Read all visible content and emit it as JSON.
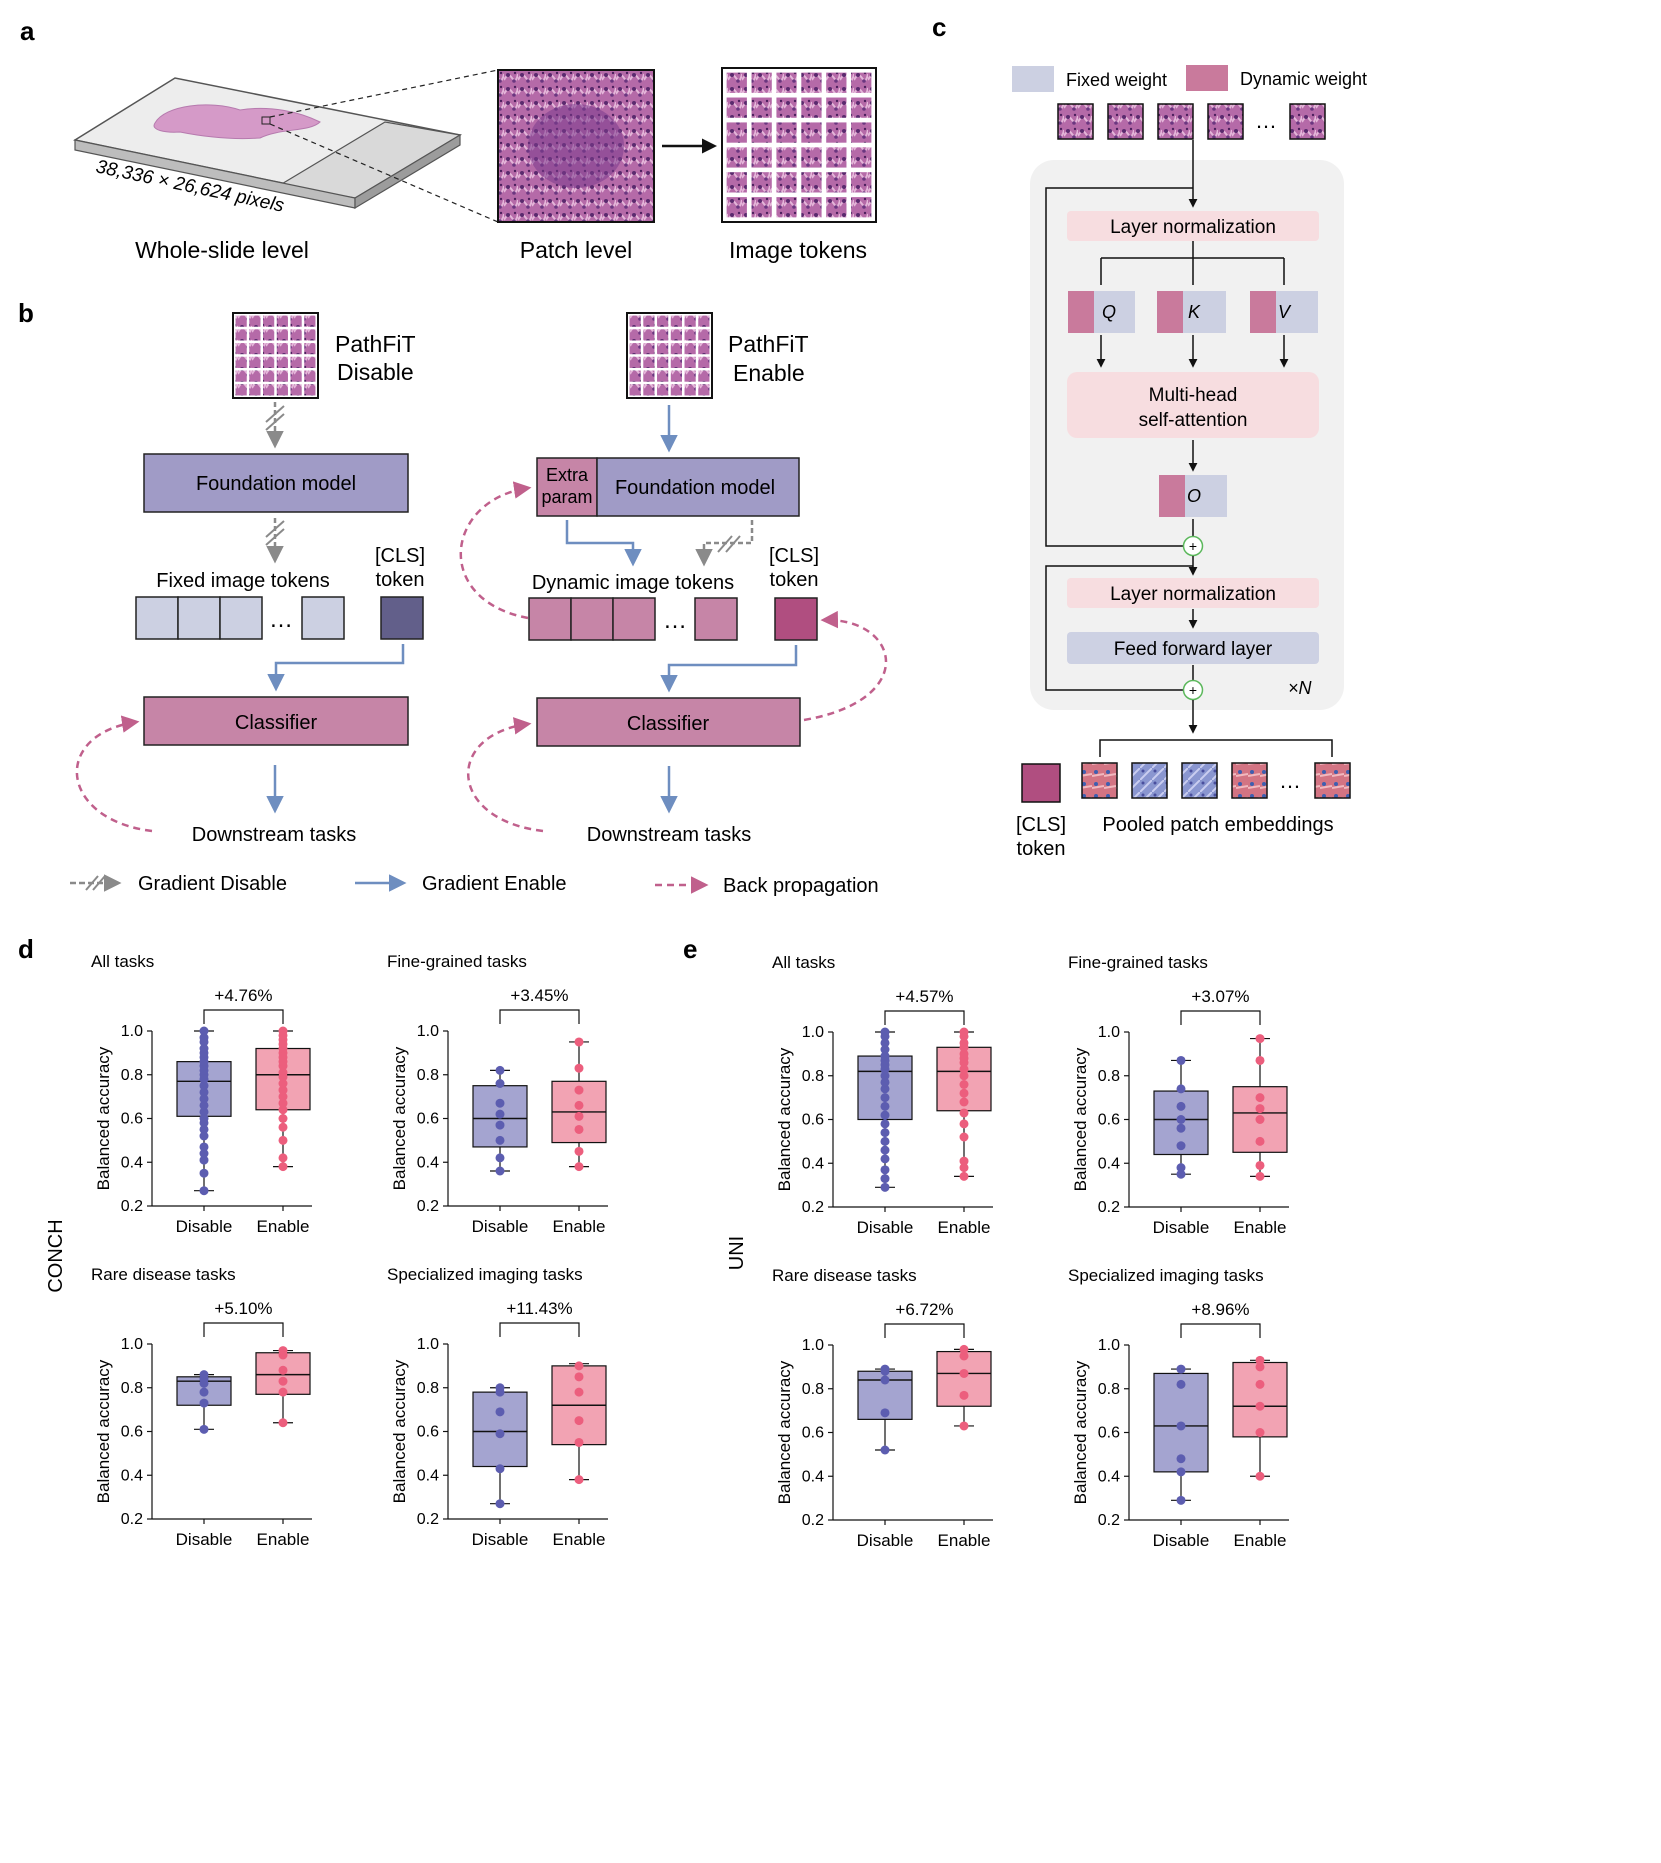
{
  "panels": {
    "a": "a",
    "b": "b",
    "c": "c",
    "d": "d",
    "e": "e"
  },
  "panel_a": {
    "dimension_label": "38,336 × 26,624 pixels",
    "captions": [
      "Whole-slide level",
      "Patch level",
      "Image tokens"
    ]
  },
  "panel_b": {
    "left_title": [
      "PathFiT",
      "Disable"
    ],
    "right_title": [
      "PathFiT",
      "Enable"
    ],
    "foundation_model": "Foundation model",
    "extra_param": [
      "Extra",
      "param"
    ],
    "fixed_tokens": "Fixed image tokens",
    "dynamic_tokens": "Dynamic image tokens",
    "cls_token": [
      "[CLS]",
      "token"
    ],
    "ellipsis": "…",
    "classifier": "Classifier",
    "downstream": "Downstream tasks",
    "legend": [
      "Gradient Disable",
      "Gradient Enable",
      "Back propagation"
    ]
  },
  "panel_c": {
    "legend": [
      "Fixed weight",
      "Dynamic weight"
    ],
    "layer_norm": "Layer normalization",
    "q": "Q",
    "k": "K",
    "v": "V",
    "o": "O",
    "mhsa": [
      "Multi-head",
      "self-attention"
    ],
    "feed_forward": "Feed forward layer",
    "plus": "+",
    "repeat": "×N",
    "ellipsis": "…",
    "cls_token": [
      "[CLS]",
      "token"
    ],
    "pooled": "Pooled patch embeddings"
  },
  "colors": {
    "disable_fill": "#a4a4d0",
    "disable_dot": "#5c5db0",
    "enable_fill": "#f2a3b3",
    "enable_dot": "#ec5e7d",
    "fixed_weight": "#ccd0e2",
    "dynamic_weight": "#c97a9c",
    "norm_fill": "#f7dde0",
    "ff_fill": "#cdd1e3",
    "foundation_fill": "#a09bc6",
    "classifier_fill": "#c685a7",
    "backprop": "#c0608c",
    "grad_enable": "#6e8ec0",
    "grad_disable": "#8a8a8a"
  },
  "group_labels": {
    "d": "CONCH",
    "e": "UNI"
  },
  "categories": [
    "Disable",
    "Enable"
  ],
  "ylabel": "Balanced accuracy",
  "yticks": [
    "0.2",
    "0.4",
    "0.6",
    "0.8",
    "1.0"
  ],
  "chart_data": [
    {
      "type": "box",
      "group": "CONCH",
      "title": "All tasks",
      "delta": "+4.76%",
      "ylabel": "Balanced accuracy",
      "ylim": [
        0.2,
        1.0
      ],
      "categories": [
        "Disable",
        "Enable"
      ],
      "series": [
        {
          "name": "Disable",
          "whisker_low": 0.27,
          "q1": 0.61,
          "median": 0.77,
          "q3": 0.86,
          "whisker_high": 1.0,
          "points": [
            0.27,
            0.35,
            0.41,
            0.44,
            0.47,
            0.52,
            0.55,
            0.58,
            0.6,
            0.63,
            0.66,
            0.69,
            0.72,
            0.75,
            0.78,
            0.8,
            0.82,
            0.84,
            0.86,
            0.88,
            0.9,
            0.92,
            0.95,
            0.97,
            1.0
          ]
        },
        {
          "name": "Enable",
          "whisker_low": 0.38,
          "q1": 0.64,
          "median": 0.8,
          "q3": 0.92,
          "whisker_high": 1.0,
          "points": [
            0.38,
            0.42,
            0.5,
            0.56,
            0.6,
            0.64,
            0.67,
            0.7,
            0.73,
            0.76,
            0.79,
            0.81,
            0.84,
            0.86,
            0.88,
            0.9,
            0.92,
            0.94,
            0.96,
            0.98,
            1.0
          ]
        }
      ]
    },
    {
      "type": "box",
      "group": "CONCH",
      "title": "Fine-grained tasks",
      "delta": "+3.45%",
      "ylabel": "Balanced accuracy",
      "ylim": [
        0.2,
        1.0
      ],
      "categories": [
        "Disable",
        "Enable"
      ],
      "series": [
        {
          "name": "Disable",
          "whisker_low": 0.36,
          "q1": 0.47,
          "median": 0.6,
          "q3": 0.75,
          "whisker_high": 0.82,
          "points": [
            0.36,
            0.42,
            0.5,
            0.57,
            0.62,
            0.67,
            0.76,
            0.82
          ]
        },
        {
          "name": "Enable",
          "whisker_low": 0.38,
          "q1": 0.49,
          "median": 0.63,
          "q3": 0.77,
          "whisker_high": 0.95,
          "points": [
            0.38,
            0.45,
            0.55,
            0.61,
            0.66,
            0.73,
            0.83,
            0.95
          ]
        }
      ]
    },
    {
      "type": "box",
      "group": "CONCH",
      "title": "Rare disease tasks",
      "delta": "+5.10%",
      "ylabel": "Balanced accuracy",
      "ylim": [
        0.2,
        1.0
      ],
      "categories": [
        "Disable",
        "Enable"
      ],
      "series": [
        {
          "name": "Disable",
          "whisker_low": 0.61,
          "q1": 0.72,
          "median": 0.83,
          "q3": 0.85,
          "whisker_high": 0.86,
          "points": [
            0.61,
            0.73,
            0.78,
            0.82,
            0.84,
            0.86
          ]
        },
        {
          "name": "Enable",
          "whisker_low": 0.64,
          "q1": 0.77,
          "median": 0.86,
          "q3": 0.96,
          "whisker_high": 0.97,
          "points": [
            0.64,
            0.78,
            0.83,
            0.88,
            0.95,
            0.97
          ]
        }
      ]
    },
    {
      "type": "box",
      "group": "CONCH",
      "title": "Specialized imaging tasks",
      "delta": "+11.43%",
      "ylabel": "Balanced accuracy",
      "ylim": [
        0.2,
        1.0
      ],
      "categories": [
        "Disable",
        "Enable"
      ],
      "series": [
        {
          "name": "Disable",
          "whisker_low": 0.27,
          "q1": 0.44,
          "median": 0.6,
          "q3": 0.78,
          "whisker_high": 0.8,
          "points": [
            0.27,
            0.43,
            0.59,
            0.69,
            0.78,
            0.8
          ]
        },
        {
          "name": "Enable",
          "whisker_low": 0.38,
          "q1": 0.54,
          "median": 0.72,
          "q3": 0.9,
          "whisker_high": 0.91,
          "points": [
            0.38,
            0.55,
            0.65,
            0.78,
            0.85,
            0.9
          ]
        }
      ]
    },
    {
      "type": "box",
      "group": "UNI",
      "title": "All tasks",
      "delta": "+4.57%",
      "ylabel": "Balanced accuracy",
      "ylim": [
        0.2,
        1.0
      ],
      "categories": [
        "Disable",
        "Enable"
      ],
      "series": [
        {
          "name": "Disable",
          "whisker_low": 0.29,
          "q1": 0.6,
          "median": 0.82,
          "q3": 0.89,
          "whisker_high": 1.0,
          "points": [
            0.29,
            0.33,
            0.37,
            0.42,
            0.46,
            0.5,
            0.54,
            0.58,
            0.62,
            0.66,
            0.7,
            0.74,
            0.77,
            0.8,
            0.83,
            0.85,
            0.87,
            0.89,
            0.92,
            0.95,
            0.98,
            1.0
          ]
        },
        {
          "name": "Enable",
          "whisker_low": 0.34,
          "q1": 0.64,
          "median": 0.82,
          "q3": 0.93,
          "whisker_high": 1.0,
          "points": [
            0.34,
            0.38,
            0.41,
            0.52,
            0.58,
            0.63,
            0.68,
            0.72,
            0.76,
            0.8,
            0.83,
            0.86,
            0.88,
            0.9,
            0.93,
            0.95,
            0.98,
            1.0
          ]
        }
      ]
    },
    {
      "type": "box",
      "group": "UNI",
      "title": "Fine-grained tasks",
      "delta": "+3.07%",
      "ylabel": "Balanced accuracy",
      "ylim": [
        0.2,
        1.0
      ],
      "categories": [
        "Disable",
        "Enable"
      ],
      "series": [
        {
          "name": "Disable",
          "whisker_low": 0.35,
          "q1": 0.44,
          "median": 0.6,
          "q3": 0.73,
          "whisker_high": 0.87,
          "points": [
            0.35,
            0.38,
            0.48,
            0.56,
            0.6,
            0.66,
            0.74,
            0.87
          ]
        },
        {
          "name": "Enable",
          "whisker_low": 0.34,
          "q1": 0.45,
          "median": 0.63,
          "q3": 0.75,
          "whisker_high": 0.97,
          "points": [
            0.34,
            0.39,
            0.5,
            0.6,
            0.65,
            0.7,
            0.87,
            0.97
          ]
        }
      ]
    },
    {
      "type": "box",
      "group": "UNI",
      "title": "Rare disease tasks",
      "delta": "+6.72%",
      "ylabel": "Balanced accuracy",
      "ylim": [
        0.2,
        1.0
      ],
      "categories": [
        "Disable",
        "Enable"
      ],
      "series": [
        {
          "name": "Disable",
          "whisker_low": 0.52,
          "q1": 0.66,
          "median": 0.84,
          "q3": 0.88,
          "whisker_high": 0.89,
          "points": [
            0.52,
            0.69,
            0.84,
            0.88,
            0.89
          ]
        },
        {
          "name": "Enable",
          "whisker_low": 0.63,
          "q1": 0.72,
          "median": 0.87,
          "q3": 0.97,
          "whisker_high": 0.98,
          "points": [
            0.63,
            0.77,
            0.87,
            0.95,
            0.98
          ]
        }
      ]
    },
    {
      "type": "box",
      "group": "UNI",
      "title": "Specialized imaging tasks",
      "delta": "+8.96%",
      "ylabel": "Balanced accuracy",
      "ylim": [
        0.2,
        1.0
      ],
      "categories": [
        "Disable",
        "Enable"
      ],
      "series": [
        {
          "name": "Disable",
          "whisker_low": 0.29,
          "q1": 0.42,
          "median": 0.63,
          "q3": 0.87,
          "whisker_high": 0.89,
          "points": [
            0.29,
            0.42,
            0.48,
            0.63,
            0.82,
            0.89
          ]
        },
        {
          "name": "Enable",
          "whisker_low": 0.4,
          "q1": 0.58,
          "median": 0.72,
          "q3": 0.92,
          "whisker_high": 0.93,
          "points": [
            0.4,
            0.6,
            0.72,
            0.82,
            0.9,
            0.93
          ]
        }
      ]
    }
  ]
}
